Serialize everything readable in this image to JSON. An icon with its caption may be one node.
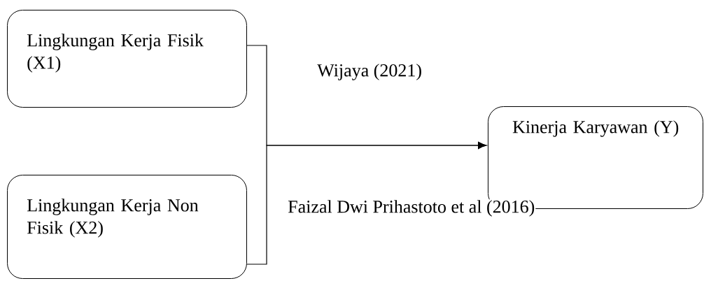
{
  "diagram": {
    "nodes": [
      {
        "text": [
          "Lingkungan Kerja Fisik (X1)"
        ]
      },
      {
        "text": [
          "Lingkungan Kerja Non Fisik (X2)"
        ]
      },
      {
        "text": [
          "Kinerja Karyawan (Y)"
        ]
      }
    ],
    "edges": [
      {
        "from": 0,
        "to": 2,
        "arrow": "to",
        "label": "Wijaya (2021)"
      },
      {
        "from": 1,
        "to": 2,
        "arrow": "to",
        "label": "Faizal Dwi Prihastoto et al (2016)"
      }
    ]
  }
}
